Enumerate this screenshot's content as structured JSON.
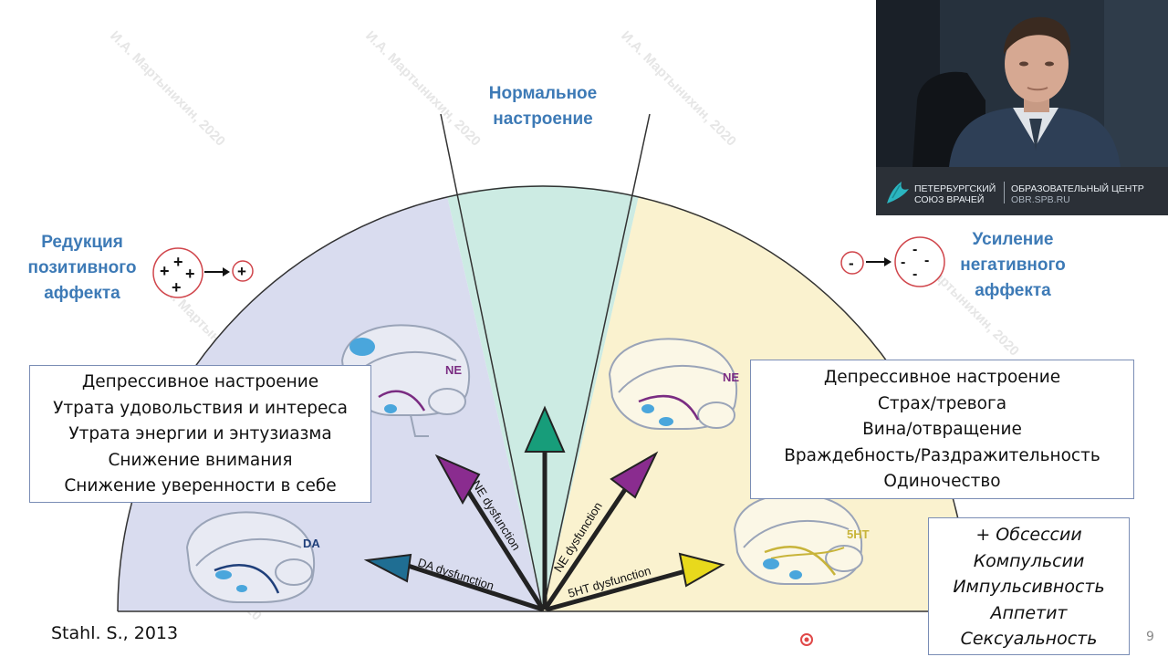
{
  "slide": {
    "header_normal": [
      "Нормальное",
      "настроение"
    ],
    "header_reduction": [
      "Редукция",
      "позитивного",
      "аффекта"
    ],
    "header_increase": [
      "Усиление",
      "негативного",
      "аффекта"
    ],
    "pos_circle_signs": [
      "+",
      "+",
      "+",
      "+"
    ],
    "pos_small_sign": "+",
    "neg_small_sign": "-",
    "neg_circle_signs": [
      "-",
      "-",
      "-",
      "-"
    ],
    "left_box_lines": [
      "Депрессивное настроение",
      "Утрата удовольствия и интереса",
      "Утрата энергии и энтузиазма",
      "Снижение внимания",
      "Снижение уверенности в себе"
    ],
    "right_box_lines": [
      "Депрессивное настроение",
      "Страх/тревога",
      "Вина/отвращение",
      "Враждебность/Раздражительность",
      "Одиночество"
    ],
    "italic_box_lines": [
      "+ Обсессии",
      "Компульсии",
      "Импульсивность",
      "Аппетит",
      "Сексуальность"
    ],
    "brain_labels": {
      "ne_left": "NE",
      "ne_right": "NE",
      "da": "DA",
      "sht": "5HT"
    },
    "arrow_labels": {
      "da": "DA dysfunction",
      "ne_left": "NE dysfunction",
      "ne_right": "NE dysfunction",
      "sht": "5HT dysfunction"
    },
    "watermark": "И.А. Мартынихин, 2020",
    "citation": "Stahl. S., 2013",
    "page_number": "9"
  },
  "webcam": {
    "logo_left": [
      "ПЕТЕРБУРГСКИЙ",
      "СОЮЗ ВРАЧЕЙ"
    ],
    "logo_right": [
      "ОБРАЗОВАТЕЛЬНЫЙ ЦЕНТР",
      "OBR.SPB.RU"
    ]
  },
  "colors": {
    "left_sector": "#d9dcef",
    "middle_sector": "#ccebe3",
    "right_sector": "#faf2cf",
    "header_blue": "#3d7ab6",
    "ne_arrow": "#8a2c8f",
    "da_arrow": "#1f6e93",
    "normal_arrow": "#179d7a",
    "sht_arrow": "#e8d91c",
    "circle_red": "#d0454b"
  }
}
